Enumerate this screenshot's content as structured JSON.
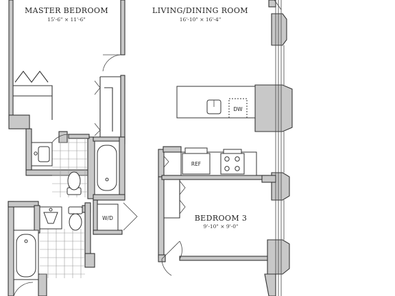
{
  "rooms": {
    "master_bedroom": {
      "name": "Master Bedroom",
      "dimensions": "15'-6\" × 11'-6\""
    },
    "living_dining": {
      "name": "Living/Dining Room",
      "dimensions": "16'-10\" × 16'-4\""
    },
    "bedroom_3": {
      "name": "Bedroom 3",
      "dimensions": "9'-10\" × 9'-0\""
    }
  },
  "fixtures": {
    "dishwasher": "DW",
    "refrigerator": "REF",
    "washer_dryer": "W/D"
  },
  "colors": {
    "wall_fill": "#c8c8c8",
    "line": "#333333"
  }
}
